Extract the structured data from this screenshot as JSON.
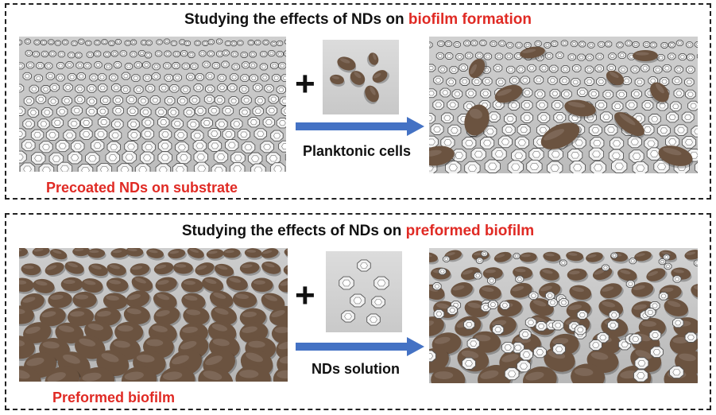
{
  "top_panel": {
    "title_prefix": "Studying the effects of NDs on ",
    "title_highlight": "biofilm formation",
    "left_label": "Precoated NDs on substrate",
    "plus": "+",
    "arrow_caption": "Planktonic cells",
    "inset_content": "bacteria-cells",
    "left_image": "nanodiamond-coated-substrate",
    "right_image": "bacteria-on-nanodiamond-substrate"
  },
  "bottom_panel": {
    "title_prefix": "Studying the effects of NDs on ",
    "title_highlight": "preformed biofilm",
    "left_label": "Preformed biofilm",
    "plus": "+",
    "arrow_caption": "NDs solution",
    "inset_content": "nanodiamonds",
    "left_image": "preformed-biofilm",
    "right_image": "nanodiamonds-on-biofilm"
  },
  "colors": {
    "highlight": "#e02a24",
    "arrow": "#4472c4",
    "bacteria": "#6b5340",
    "substrate": "#d9d9d9",
    "border": "#222222"
  }
}
